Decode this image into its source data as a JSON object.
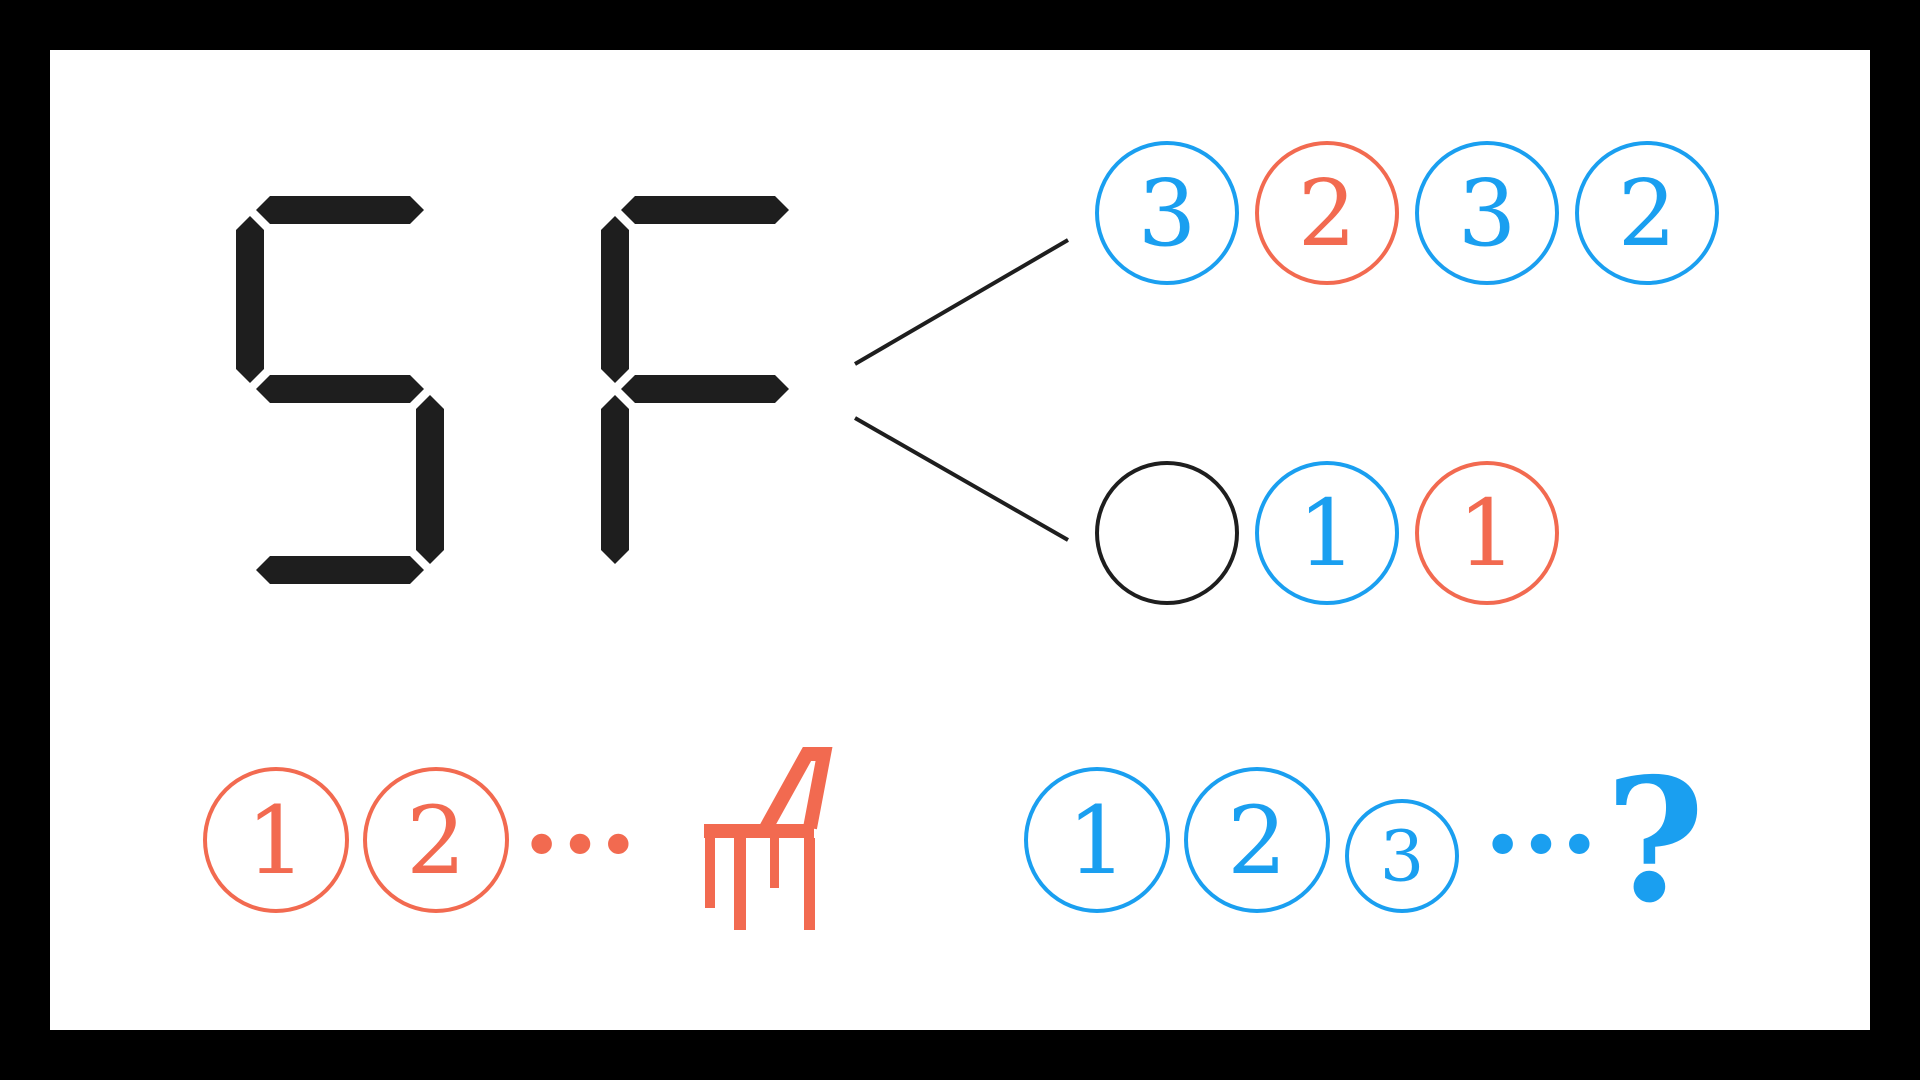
{
  "colors": {
    "background": "#000000",
    "panel": "#ffffff",
    "ink": "#1e1e1e",
    "blue": "#1a9ff0",
    "red": "#f26a50"
  },
  "display": {
    "characters": [
      "S",
      "F"
    ],
    "digits": [
      {
        "char": "S",
        "segments": [
          "a",
          "f",
          "g",
          "c",
          "d"
        ]
      },
      {
        "char": "F",
        "segments": [
          "a",
          "f",
          "g",
          "e"
        ]
      }
    ]
  },
  "branch_upper": {
    "circles": [
      {
        "text": "3",
        "color": "blue"
      },
      {
        "text": "2",
        "color": "red"
      },
      {
        "text": "3",
        "color": "blue"
      },
      {
        "text": "2",
        "color": "blue"
      }
    ]
  },
  "branch_lower": {
    "circles": [
      {
        "text": "",
        "color": "ink"
      },
      {
        "text": "1",
        "color": "blue"
      },
      {
        "text": "1",
        "color": "red"
      }
    ]
  },
  "bottom_left": {
    "circles": [
      {
        "text": "1",
        "color": "red"
      },
      {
        "text": "2",
        "color": "red"
      }
    ],
    "ellipsis": "···",
    "icon": "chair-icon"
  },
  "bottom_right": {
    "circles": [
      {
        "text": "1",
        "color": "blue"
      },
      {
        "text": "2",
        "color": "blue"
      },
      {
        "text": "3",
        "color": "blue"
      }
    ],
    "ellipsis": "···",
    "mark": "?"
  }
}
